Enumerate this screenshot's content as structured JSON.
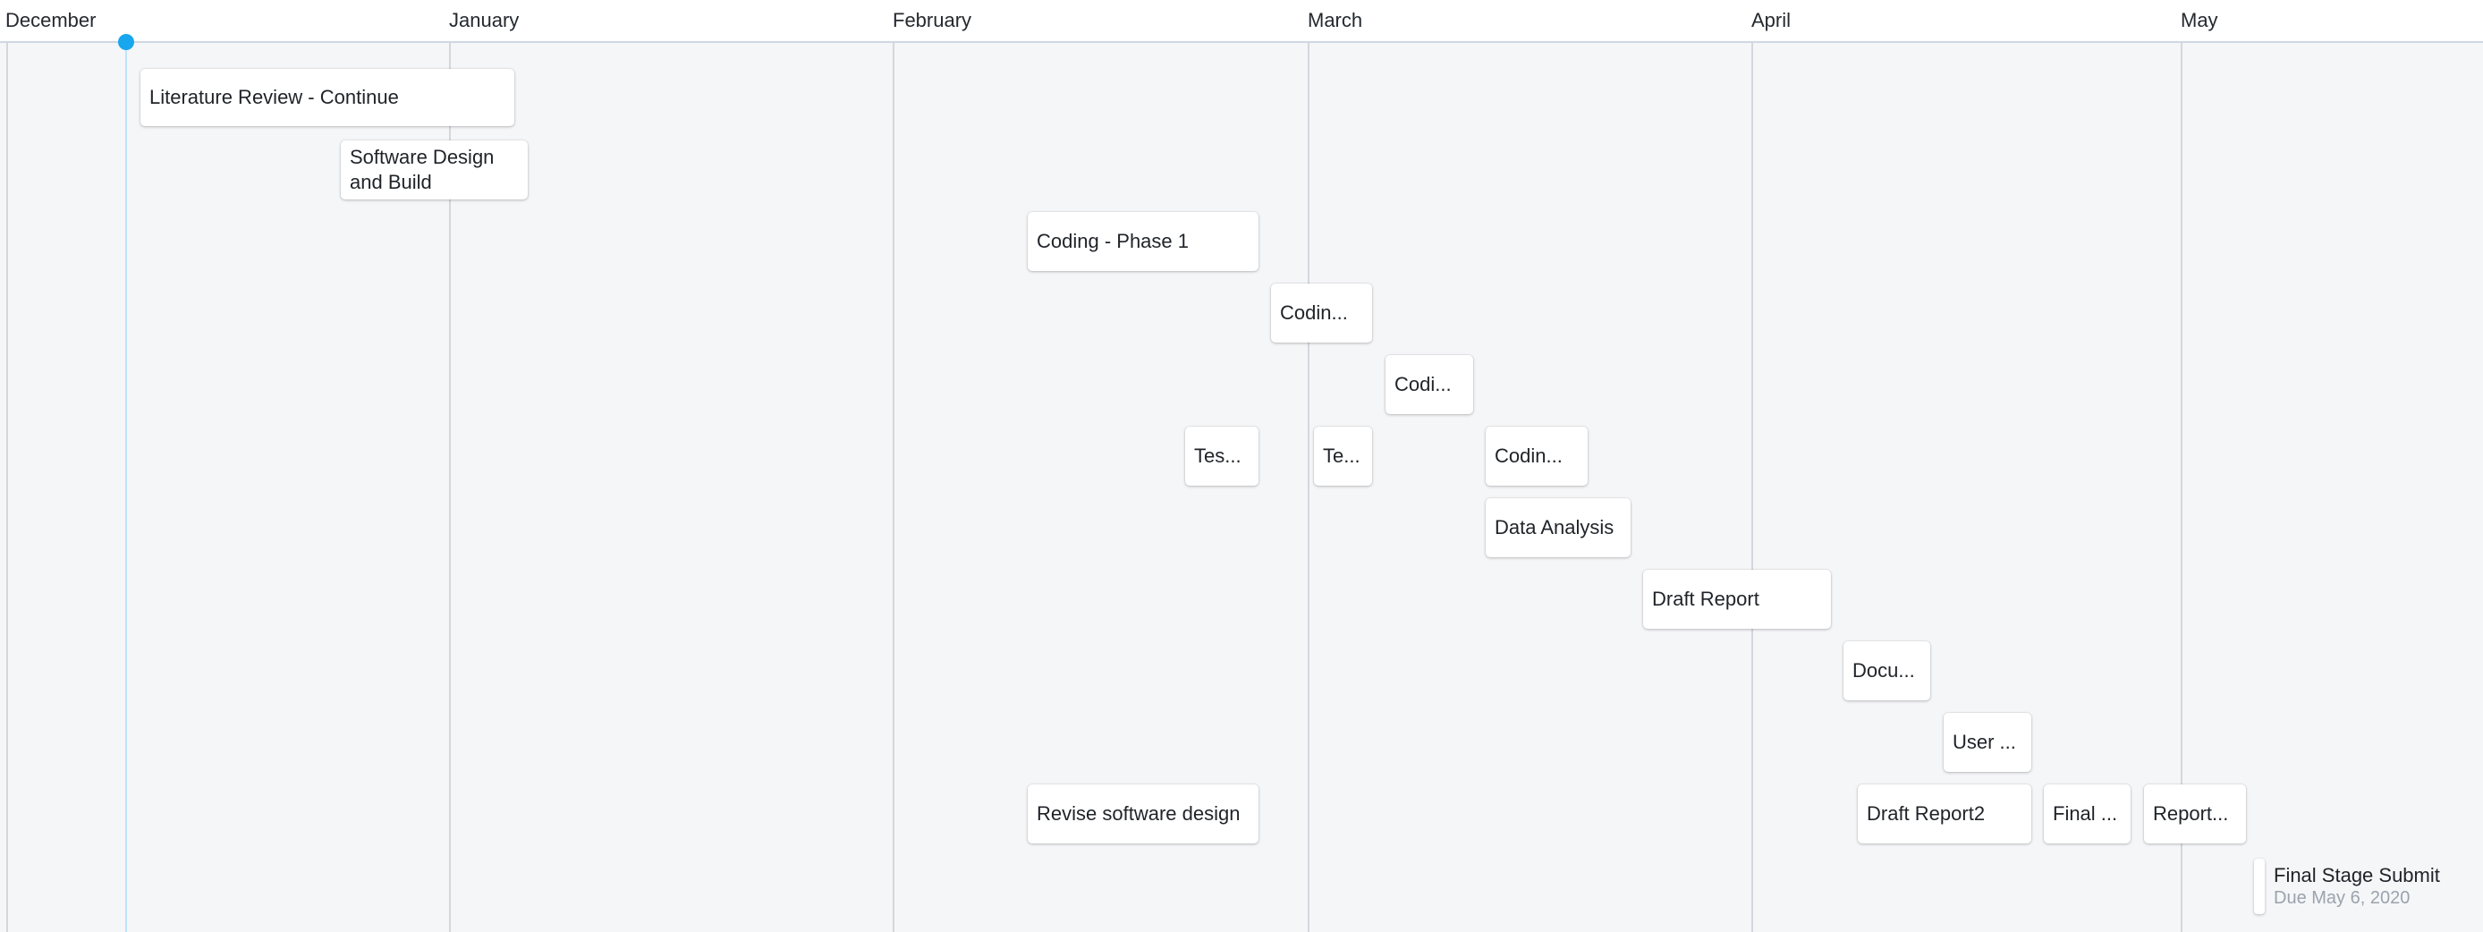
{
  "timeline": {
    "months": [
      "December",
      "January",
      "February",
      "March",
      "April",
      "May"
    ]
  },
  "tasks": [
    {
      "label": "Literature Review - Continue"
    },
    {
      "label": "Software Design and Build"
    },
    {
      "label": "Coding - Phase 1"
    },
    {
      "label": "Codin..."
    },
    {
      "label": "Codi..."
    },
    {
      "label": "Tes..."
    },
    {
      "label": "Te..."
    },
    {
      "label": "Codin..."
    },
    {
      "label": "Data Analysis"
    },
    {
      "label": "Draft Report"
    },
    {
      "label": "Docu..."
    },
    {
      "label": "User ..."
    },
    {
      "label": "Revise software design"
    },
    {
      "label": "Draft Report2"
    },
    {
      "label": "Final ..."
    },
    {
      "label": "Report..."
    }
  ],
  "milestone": {
    "title": "Final Stage Submit",
    "due": "Due May 6, 2020"
  },
  "colors": {
    "today_marker": "#18a6ee",
    "grid_line": "#d3d7dd",
    "background": "#f5f6f8"
  }
}
